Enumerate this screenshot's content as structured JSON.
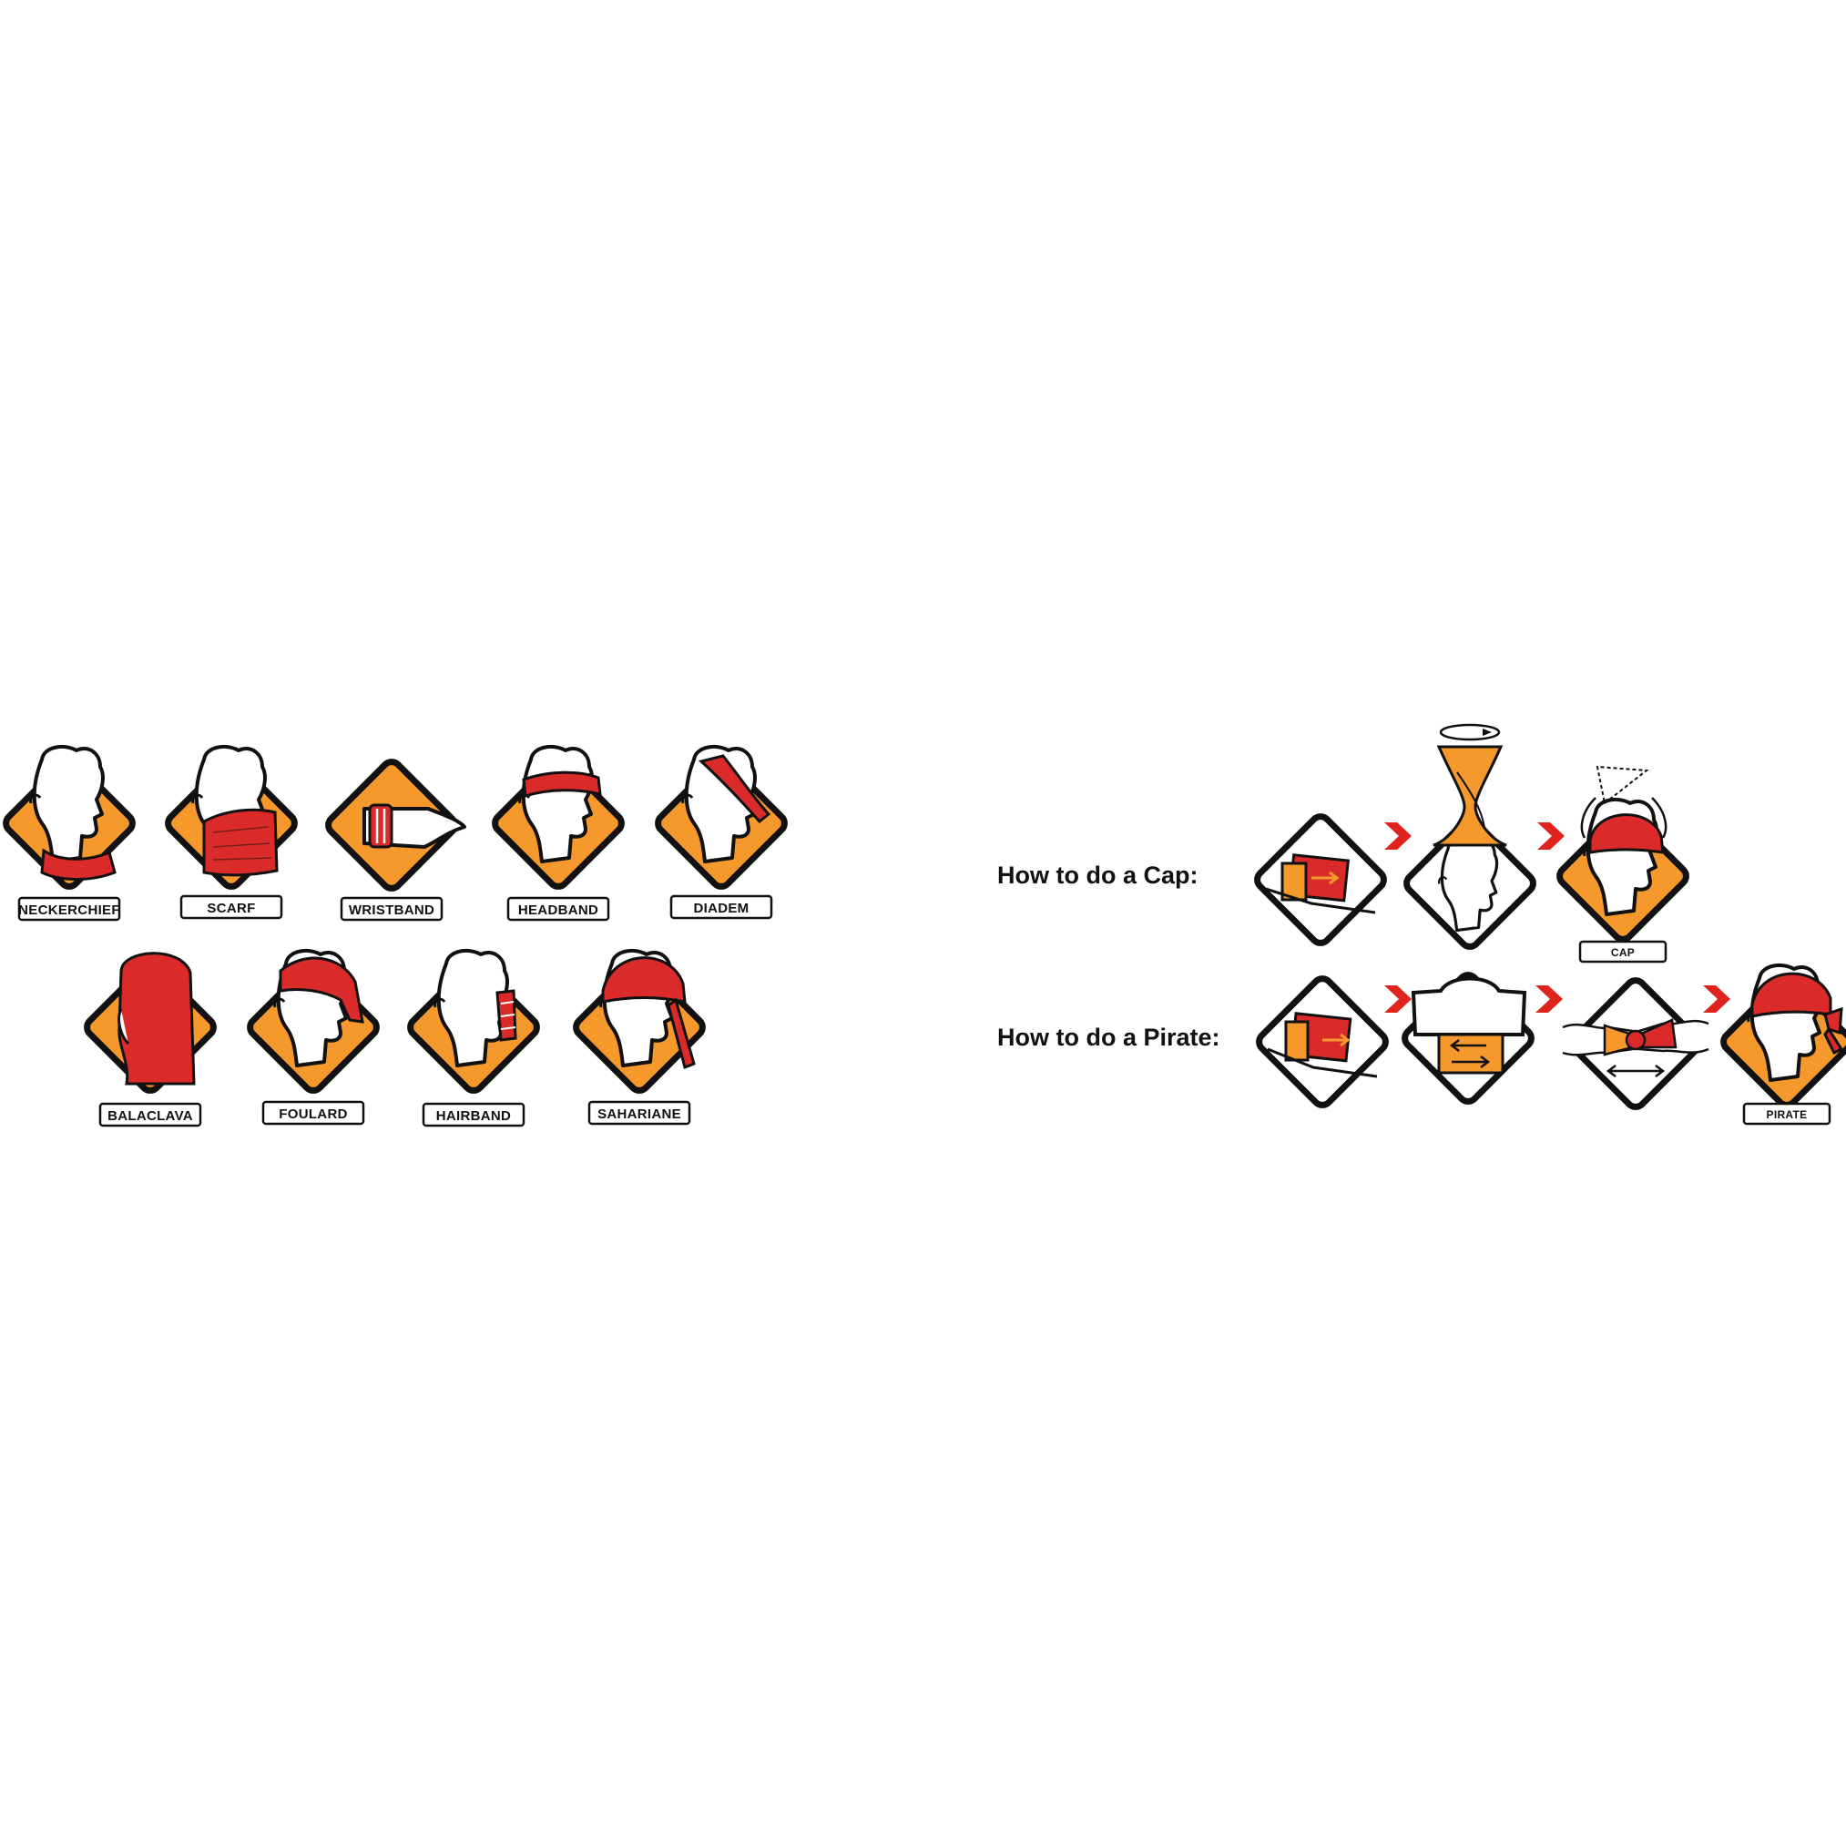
{
  "colors": {
    "orange": "#F6992C",
    "red": "#DB2A2A",
    "black": "#111111",
    "white": "#FFFFFF",
    "arrow_red": "#E0231C"
  },
  "styles": [
    {
      "label": "NECKERCHIEF",
      "icon": "neckerchief-icon"
    },
    {
      "label": "SCARF",
      "icon": "scarf-icon"
    },
    {
      "label": "WRISTBAND",
      "icon": "wristband-icon"
    },
    {
      "label": "HEADBAND",
      "icon": "headband-icon"
    },
    {
      "label": "DIADEM",
      "icon": "diadem-icon"
    },
    {
      "label": "BALACLAVA",
      "icon": "balaclava-icon"
    },
    {
      "label": "FOULARD",
      "icon": "foulard-icon"
    },
    {
      "label": "HAIRBAND",
      "icon": "hairband-icon"
    },
    {
      "label": "SAHARIANE",
      "icon": "sahariane-icon"
    }
  ],
  "cap": {
    "heading": "How to do a Cap:",
    "steps": [
      "fold-step-icon",
      "twist-step-icon",
      "cap-result-icon"
    ],
    "result_label": "CAP"
  },
  "pirate": {
    "heading": "How to do a Pirate:",
    "steps": [
      "fold-step-icon",
      "stretch-step-icon",
      "knot-step-icon",
      "pirate-result-icon"
    ],
    "result_label": "PIRATE"
  }
}
